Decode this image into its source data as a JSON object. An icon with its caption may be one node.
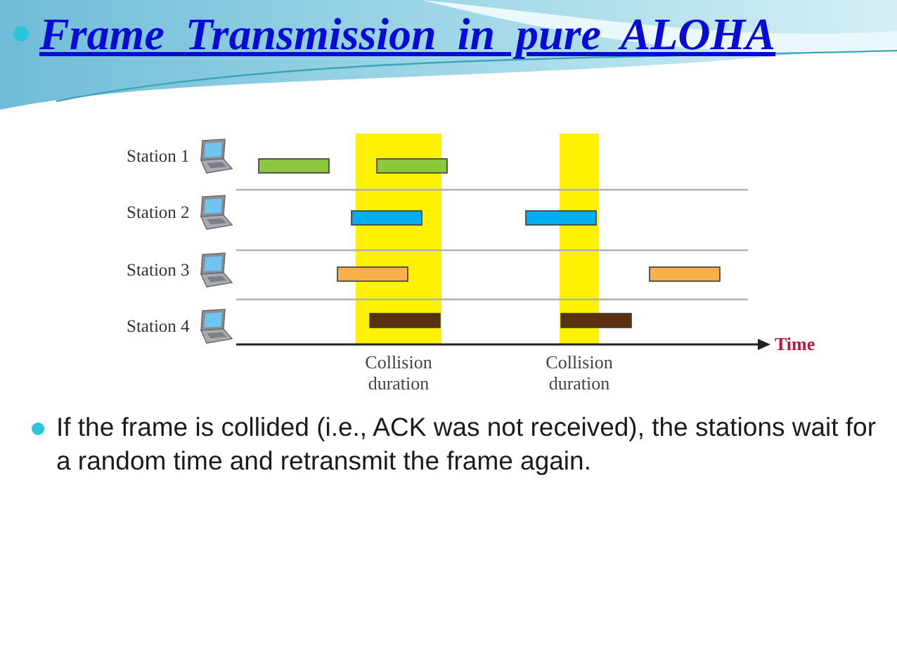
{
  "diagram": {
    "title": "Frame Transmission in pure ALOHA",
    "nodes": [
      {
        "text": [
          "Collision duration"
        ]
      },
      {
        "text": [
          "Collision duration"
        ]
      }
    ],
    "labels": [
      "Station 1",
      "Station 2",
      "Station 3",
      "Station 4",
      "Time",
      "If the frame is collided (i.e., ACK was not received), the stations wait for a random time and retransmit the frame again."
    ]
  }
}
